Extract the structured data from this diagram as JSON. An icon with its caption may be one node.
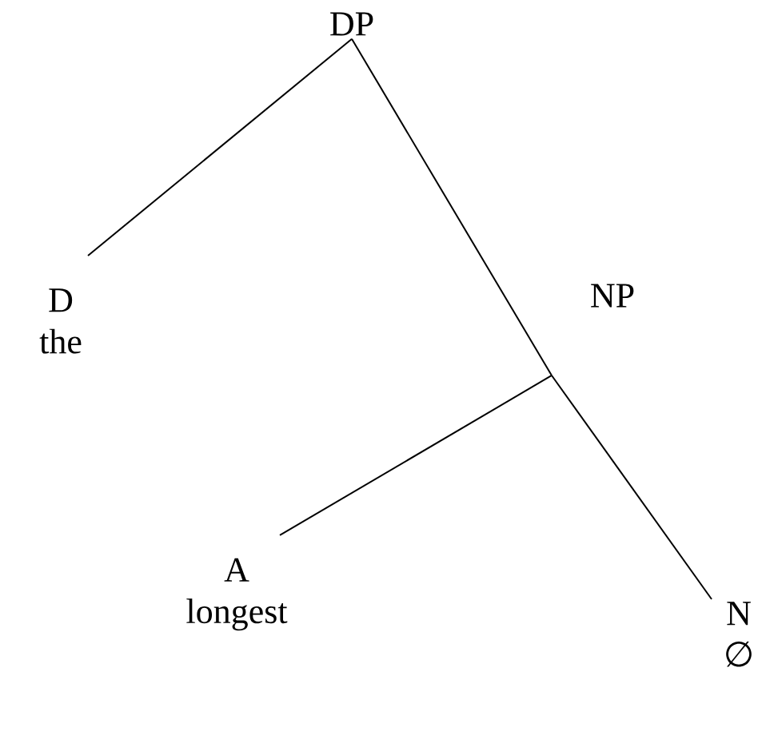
{
  "diagram": {
    "nodes": [
      {
        "text": [
          "DP"
        ]
      },
      {
        "text": [
          "D",
          "the"
        ]
      },
      {
        "text": [
          "NP"
        ]
      },
      {
        "text": [
          "A",
          "longest"
        ]
      },
      {
        "text": [
          "N",
          "∅"
        ]
      }
    ],
    "edges": [
      {
        "from": 0,
        "to": 1,
        "arrow": "none"
      },
      {
        "from": 0,
        "to": 2,
        "arrow": "none"
      },
      {
        "from": 2,
        "to": 3,
        "arrow": "none"
      },
      {
        "from": 2,
        "to": 4,
        "arrow": "none"
      }
    ]
  }
}
